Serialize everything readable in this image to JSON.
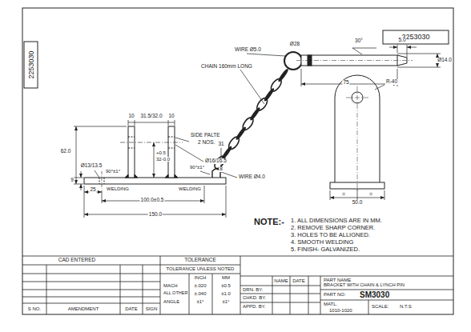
{
  "diagram": {
    "labels": [
      "2253030",
      "2253030",
      "WIRE Ø5.0",
      "Ø28",
      "30°",
      "5.0",
      "Ø14.0",
      "CHAIN 160mm LONG",
      "75",
      "R-40",
      "10",
      "31.5/32.0",
      "10",
      "SIDE PALTE",
      "2 NOS.",
      "Ø16/16.5",
      "62.0",
      "+0.5",
      "32-0.0",
      "Ø13/13.5",
      "90°±1°",
      "WELDING",
      "WELDING",
      "90°±1°",
      "31",
      "8",
      "WIRE Ø4.0",
      "25",
      "100.0±0.5",
      "150.0",
      "9",
      "=",
      "=",
      "50.0",
      "NOTE:-",
      "1. ALL DIMENSIONS ARE IN MM.",
      "2. REMOVE SHARP CORNER.",
      "3. HOLES TO BE ALLIGNED.",
      "4. SMOOTH WELDING",
      "5. FINISH- GALVANIZED.",
      "CAD ENTERED",
      "TOLERANCE",
      "TOLERANCE UNLESS NOTED",
      "INCH",
      "MM",
      "MACH",
      "±.020",
      "±0.5",
      "ALL OTHER",
      "±.040",
      "±1.0",
      "ANGLE",
      "±1°",
      "±1°",
      "NAME",
      "DATE",
      "DRN. BY.",
      "CHKD. BY.",
      "APPD. BY.",
      "PART NAME",
      "BRACKET WITH CHAIN & LYNCH PIN",
      "PART NO:",
      "SM3030",
      "MATL.",
      "1010-1020",
      "SCALE:",
      "N.T.S",
      "S NO.",
      "AMENDMENT",
      "DATE",
      "SIGN"
    ]
  }
}
